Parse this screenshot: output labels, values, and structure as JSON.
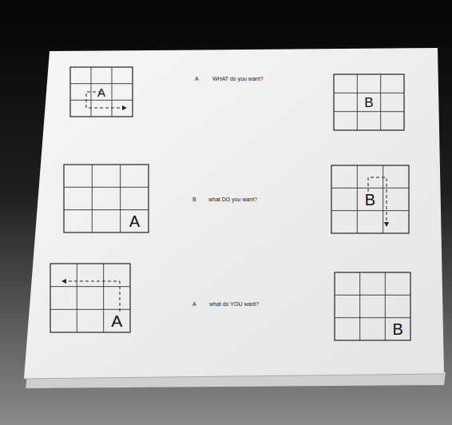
{
  "diagram": {
    "nodes": [
      {
        "text": [
          "A"
        ]
      },
      {
        "text": [
          "B"
        ]
      },
      {
        "text": [
          "A"
        ]
      },
      {
        "text": [
          "B"
        ]
      },
      {
        "text": [
          "A"
        ]
      },
      {
        "text": [
          "B"
        ]
      }
    ],
    "labels": [
      "A",
      "WHAT do you want?",
      "B",
      "what DO you want?",
      "A",
      "what do YOU want?"
    ]
  }
}
